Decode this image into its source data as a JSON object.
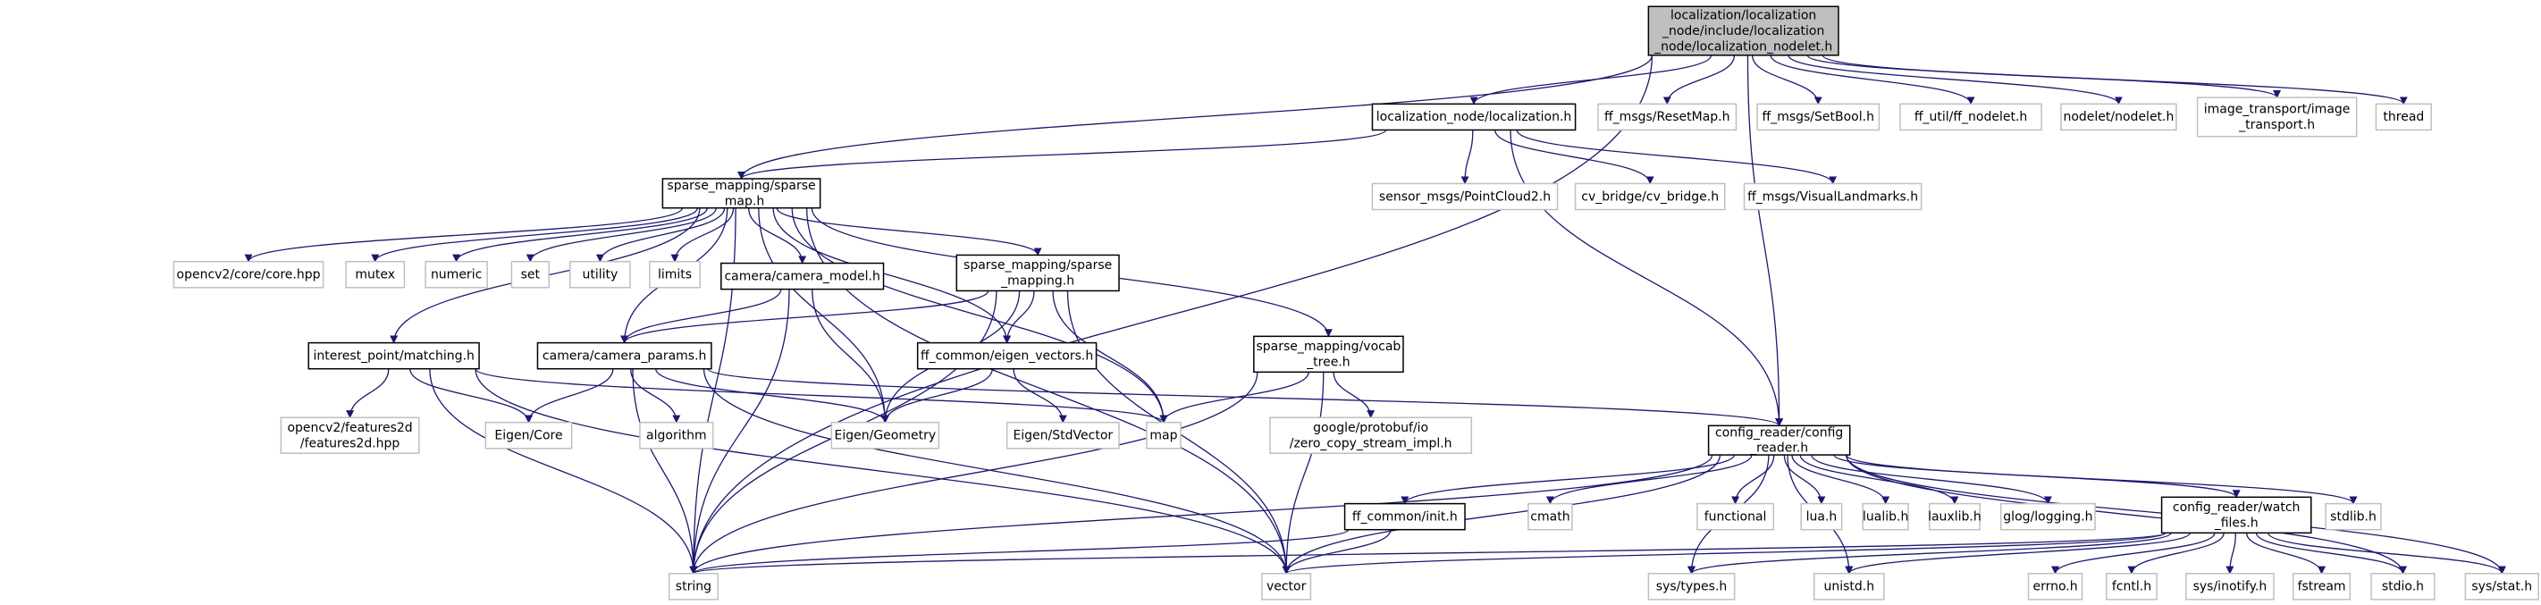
{
  "colors": {
    "edge": "#191970",
    "root_fill": "#bfbfbf",
    "root_stroke": "#000000",
    "documented_stroke": "#000000",
    "external_stroke": "#bfbfbf",
    "text": "#000000"
  },
  "nodes": [
    {
      "id": "root",
      "kind": "root",
      "lines": [
        "localization/localization",
        "_node/include/localization",
        "_node/localization_nodelet.h"
      ]
    },
    {
      "id": "localization_h",
      "kind": "documented",
      "lines": [
        "localization_node/localization.h"
      ]
    },
    {
      "id": "resetmap",
      "kind": "external",
      "lines": [
        "ff_msgs/ResetMap.h"
      ]
    },
    {
      "id": "setbool",
      "kind": "external",
      "lines": [
        "ff_msgs/SetBool.h"
      ]
    },
    {
      "id": "ffnodelet",
      "kind": "external",
      "lines": [
        "ff_util/ff_nodelet.h"
      ]
    },
    {
      "id": "nodelet",
      "kind": "external",
      "lines": [
        "nodelet/nodelet.h"
      ]
    },
    {
      "id": "imgtransport",
      "kind": "external",
      "lines": [
        "image_transport/image",
        "_transport.h"
      ]
    },
    {
      "id": "thread",
      "kind": "external",
      "lines": [
        "thread"
      ]
    },
    {
      "id": "sparse_map",
      "kind": "documented",
      "lines": [
        "sparse_mapping/sparse",
        "_map.h"
      ]
    },
    {
      "id": "pointcloud",
      "kind": "external",
      "lines": [
        "sensor_msgs/PointCloud2.h"
      ]
    },
    {
      "id": "cvbridge",
      "kind": "external",
      "lines": [
        "cv_bridge/cv_bridge.h"
      ]
    },
    {
      "id": "visuallm",
      "kind": "external",
      "lines": [
        "ff_msgs/VisualLandmarks.h"
      ]
    },
    {
      "id": "opencvcore",
      "kind": "external",
      "lines": [
        "opencv2/core/core.hpp"
      ]
    },
    {
      "id": "mutex",
      "kind": "external",
      "lines": [
        "mutex"
      ]
    },
    {
      "id": "numeric",
      "kind": "external",
      "lines": [
        "numeric"
      ]
    },
    {
      "id": "set",
      "kind": "external",
      "lines": [
        "set"
      ]
    },
    {
      "id": "utility",
      "kind": "external",
      "lines": [
        "utility"
      ]
    },
    {
      "id": "limits",
      "kind": "external",
      "lines": [
        "limits"
      ]
    },
    {
      "id": "cammodel",
      "kind": "documented",
      "lines": [
        "camera/camera_model.h"
      ]
    },
    {
      "id": "sparsemapping",
      "kind": "documented",
      "lines": [
        "sparse_mapping/sparse",
        "_mapping.h"
      ]
    },
    {
      "id": "matching",
      "kind": "documented",
      "lines": [
        "interest_point/matching.h"
      ]
    },
    {
      "id": "camparams",
      "kind": "documented",
      "lines": [
        "camera/camera_params.h"
      ]
    },
    {
      "id": "eigenvec",
      "kind": "documented",
      "lines": [
        "ff_common/eigen_vectors.h"
      ]
    },
    {
      "id": "vocab",
      "kind": "documented",
      "lines": [
        "sparse_mapping/vocab",
        "_tree.h"
      ]
    },
    {
      "id": "features2d",
      "kind": "external",
      "lines": [
        "opencv2/features2d",
        "/features2d.hpp"
      ]
    },
    {
      "id": "eigencore",
      "kind": "external",
      "lines": [
        "Eigen/Core"
      ]
    },
    {
      "id": "algorithm",
      "kind": "external",
      "lines": [
        "algorithm"
      ]
    },
    {
      "id": "eigengeom",
      "kind": "external",
      "lines": [
        "Eigen/Geometry"
      ]
    },
    {
      "id": "eigenstd",
      "kind": "external",
      "lines": [
        "Eigen/StdVector"
      ]
    },
    {
      "id": "map",
      "kind": "external",
      "lines": [
        "map"
      ]
    },
    {
      "id": "protobuf",
      "kind": "external",
      "lines": [
        "google/protobuf/io",
        "/zero_copy_stream_impl.h"
      ]
    },
    {
      "id": "configreader",
      "kind": "documented",
      "lines": [
        "config_reader/config",
        "_reader.h"
      ]
    },
    {
      "id": "ffinit",
      "kind": "documented",
      "lines": [
        "ff_common/init.h"
      ]
    },
    {
      "id": "cmath",
      "kind": "external",
      "lines": [
        "cmath"
      ]
    },
    {
      "id": "functional",
      "kind": "external",
      "lines": [
        "functional"
      ]
    },
    {
      "id": "luah",
      "kind": "external",
      "lines": [
        "lua.h"
      ]
    },
    {
      "id": "lualib",
      "kind": "external",
      "lines": [
        "lualib.h"
      ]
    },
    {
      "id": "lauxlib",
      "kind": "external",
      "lines": [
        "lauxlib.h"
      ]
    },
    {
      "id": "glog",
      "kind": "external",
      "lines": [
        "glog/logging.h"
      ]
    },
    {
      "id": "watchfiles",
      "kind": "documented",
      "lines": [
        "config_reader/watch",
        "_files.h"
      ]
    },
    {
      "id": "stdlib",
      "kind": "external",
      "lines": [
        "stdlib.h"
      ]
    },
    {
      "id": "string",
      "kind": "external",
      "lines": [
        "string"
      ]
    },
    {
      "id": "vector",
      "kind": "external",
      "lines": [
        "vector"
      ]
    },
    {
      "id": "systypes",
      "kind": "external",
      "lines": [
        "sys/types.h"
      ]
    },
    {
      "id": "unistd",
      "kind": "external",
      "lines": [
        "unistd.h"
      ]
    },
    {
      "id": "errno",
      "kind": "external",
      "lines": [
        "errno.h"
      ]
    },
    {
      "id": "fcntl",
      "kind": "external",
      "lines": [
        "fcntl.h"
      ]
    },
    {
      "id": "inotify",
      "kind": "external",
      "lines": [
        "sys/inotify.h"
      ]
    },
    {
      "id": "fstream",
      "kind": "external",
      "lines": [
        "fstream"
      ]
    },
    {
      "id": "stdio",
      "kind": "external",
      "lines": [
        "stdio.h"
      ]
    },
    {
      "id": "sysstat",
      "kind": "external",
      "lines": [
        "sys/stat.h"
      ]
    }
  ],
  "edges": [
    [
      "root",
      "localization_h"
    ],
    [
      "root",
      "resetmap"
    ],
    [
      "root",
      "setbool"
    ],
    [
      "root",
      "ffnodelet"
    ],
    [
      "root",
      "nodelet"
    ],
    [
      "root",
      "imgtransport"
    ],
    [
      "root",
      "thread"
    ],
    [
      "root",
      "sparse_map"
    ],
    [
      "root",
      "configreader"
    ],
    [
      "root",
      "string"
    ],
    [
      "localization_h",
      "sparse_map"
    ],
    [
      "localization_h",
      "pointcloud"
    ],
    [
      "localization_h",
      "cvbridge"
    ],
    [
      "localization_h",
      "visuallm"
    ],
    [
      "localization_h",
      "configreader"
    ],
    [
      "sparse_map",
      "opencvcore"
    ],
    [
      "sparse_map",
      "mutex"
    ],
    [
      "sparse_map",
      "numeric"
    ],
    [
      "sparse_map",
      "set"
    ],
    [
      "sparse_map",
      "utility"
    ],
    [
      "sparse_map",
      "limits"
    ],
    [
      "sparse_map",
      "cammodel"
    ],
    [
      "sparse_map",
      "sparsemapping"
    ],
    [
      "sparse_map",
      "matching"
    ],
    [
      "sparse_map",
      "camparams"
    ],
    [
      "sparse_map",
      "eigenvec"
    ],
    [
      "sparse_map",
      "vocab"
    ],
    [
      "sparse_map",
      "eigengeom"
    ],
    [
      "sparse_map",
      "map"
    ],
    [
      "sparse_map",
      "string"
    ],
    [
      "sparse_map",
      "vector"
    ],
    [
      "cammodel",
      "camparams"
    ],
    [
      "cammodel",
      "eigengeom"
    ],
    [
      "cammodel",
      "string"
    ],
    [
      "sparsemapping",
      "camparams"
    ],
    [
      "sparsemapping",
      "eigenvec"
    ],
    [
      "sparsemapping",
      "eigengeom"
    ],
    [
      "sparsemapping",
      "map"
    ],
    [
      "sparsemapping",
      "string"
    ],
    [
      "sparsemapping",
      "vector"
    ],
    [
      "matching",
      "features2d"
    ],
    [
      "matching",
      "eigencore"
    ],
    [
      "matching",
      "map"
    ],
    [
      "matching",
      "string"
    ],
    [
      "matching",
      "vector"
    ],
    [
      "camparams",
      "eigencore"
    ],
    [
      "camparams",
      "algorithm"
    ],
    [
      "camparams",
      "eigengeom"
    ],
    [
      "camparams",
      "configreader"
    ],
    [
      "camparams",
      "string"
    ],
    [
      "camparams",
      "vector"
    ],
    [
      "eigenvec",
      "eigengeom"
    ],
    [
      "eigenvec",
      "eigenstd"
    ],
    [
      "vocab",
      "map"
    ],
    [
      "vocab",
      "protobuf"
    ],
    [
      "vocab",
      "string"
    ],
    [
      "vocab",
      "vector"
    ],
    [
      "configreader",
      "ffinit"
    ],
    [
      "configreader",
      "cmath"
    ],
    [
      "configreader",
      "functional"
    ],
    [
      "configreader",
      "luah"
    ],
    [
      "configreader",
      "lualib"
    ],
    [
      "configreader",
      "lauxlib"
    ],
    [
      "configreader",
      "glog"
    ],
    [
      "configreader",
      "watchfiles"
    ],
    [
      "configreader",
      "stdlib"
    ],
    [
      "configreader",
      "string"
    ],
    [
      "configreader",
      "vector"
    ],
    [
      "configreader",
      "systypes"
    ],
    [
      "configreader",
      "unistd"
    ],
    [
      "configreader",
      "stdio"
    ],
    [
      "configreader",
      "sysstat"
    ],
    [
      "ffinit",
      "string"
    ],
    [
      "ffinit",
      "vector"
    ],
    [
      "watchfiles",
      "string"
    ],
    [
      "watchfiles",
      "vector"
    ],
    [
      "watchfiles",
      "systypes"
    ],
    [
      "watchfiles",
      "unistd"
    ],
    [
      "watchfiles",
      "errno"
    ],
    [
      "watchfiles",
      "fcntl"
    ],
    [
      "watchfiles",
      "inotify"
    ],
    [
      "watchfiles",
      "fstream"
    ],
    [
      "watchfiles",
      "stdio"
    ],
    [
      "watchfiles",
      "sysstat"
    ]
  ]
}
